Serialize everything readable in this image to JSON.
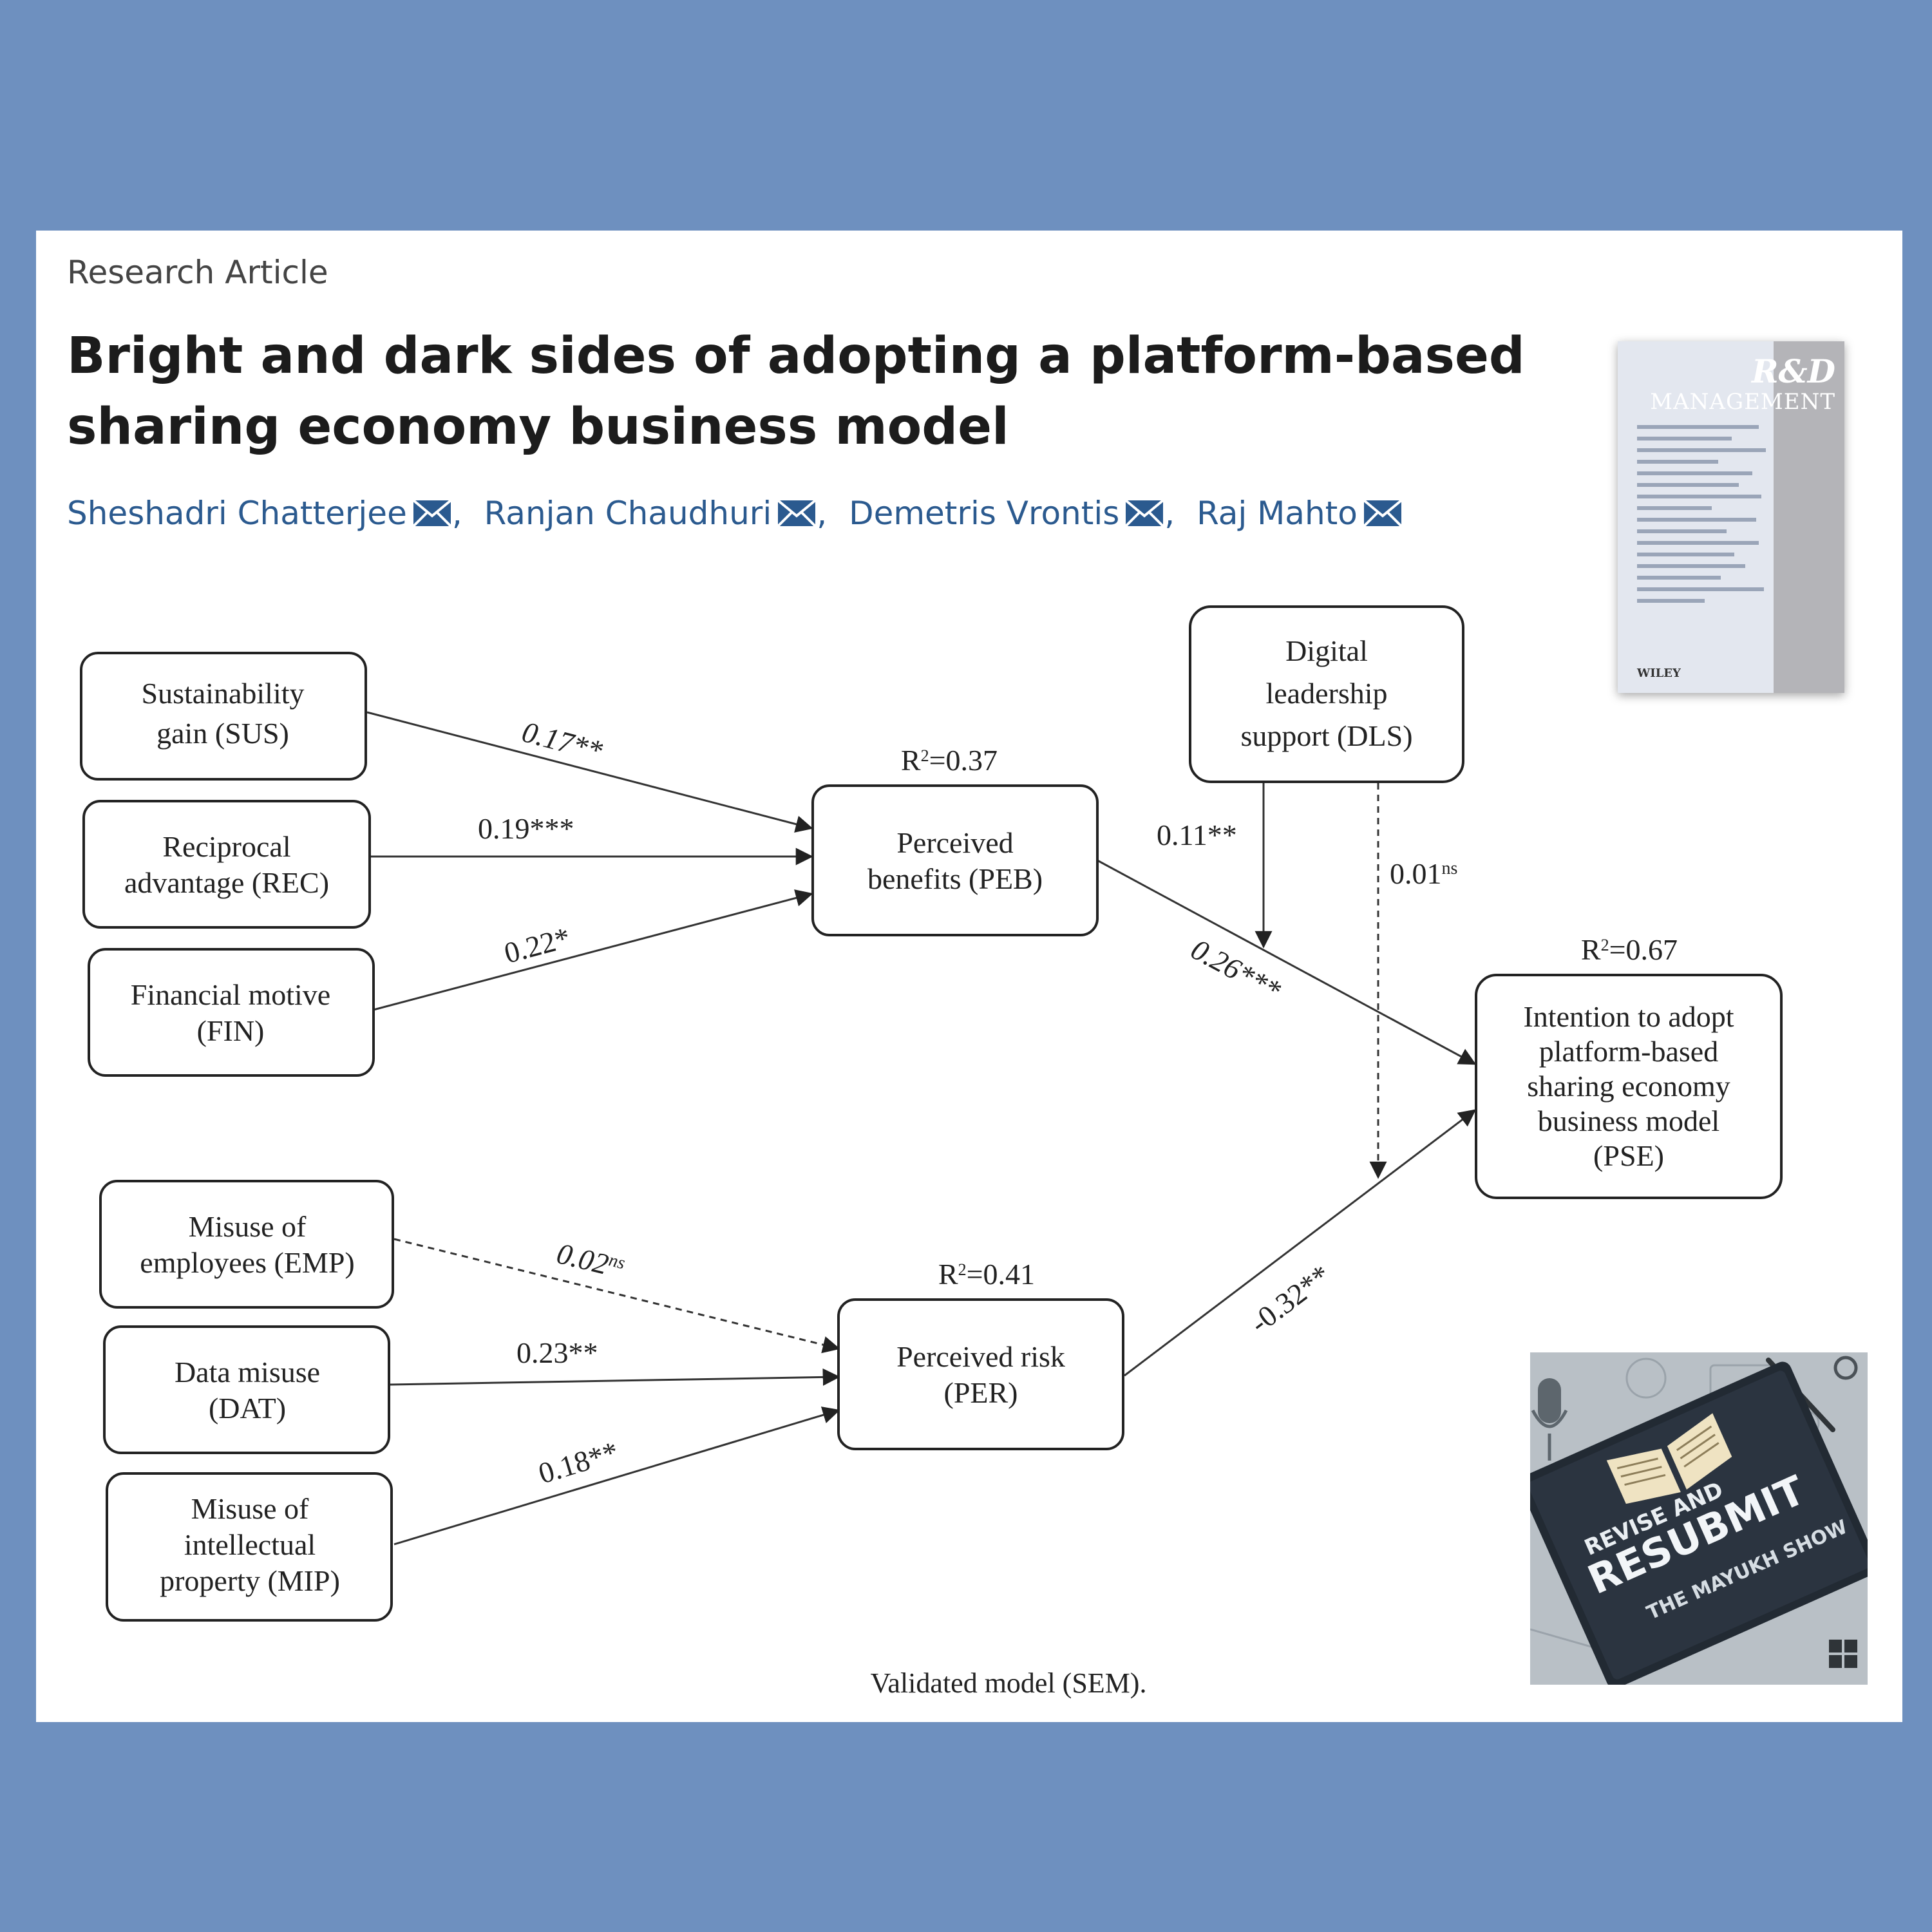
{
  "article": {
    "type_label": "Research Article",
    "title": "Bright and dark sides of adopting a platform-based sharing economy business model",
    "authors": [
      {
        "name": "Sheshadri Chatterjee"
      },
      {
        "name": "Ranjan Chaudhuri"
      },
      {
        "name": "Demetris Vrontis"
      },
      {
        "name": "Raj Mahto"
      }
    ]
  },
  "journal_cover": {
    "brand_line1": "R&D",
    "brand_line2": "MANAGEMENT",
    "publisher": "WILEY"
  },
  "diagram": {
    "caption": "Validated model (SEM).",
    "nodes": {
      "sus": [
        "Sustainability",
        "gain (SUS)"
      ],
      "rec": [
        "Reciprocal",
        "advantage (REC)"
      ],
      "fin": [
        "Financial motive",
        "(FIN)"
      ],
      "emp": [
        "Misuse of",
        "employees (EMP)"
      ],
      "dat": [
        "Data misuse",
        "(DAT)"
      ],
      "mip": [
        "Misuse of",
        "intellectual",
        "property (MIP)"
      ],
      "peb": [
        "Perceived",
        "benefits (PEB)"
      ],
      "per": [
        "Perceived risk",
        "(PER)"
      ],
      "dls": [
        "Digital",
        "leadership",
        "support (DLS)"
      ],
      "pse": [
        "Intention to adopt",
        "platform-based",
        "sharing economy",
        "business model",
        "(PSE)"
      ]
    },
    "r_squared": {
      "peb": "=0.37",
      "per": "=0.41",
      "pse": "=0.67"
    },
    "paths": {
      "sus_peb": {
        "value": "0.17",
        "sig": "**"
      },
      "rec_peb": {
        "value": "0.19",
        "sig": "***"
      },
      "fin_peb": {
        "value": "0.22",
        "sig": "*"
      },
      "emp_per": {
        "value": "0.02",
        "sig": "ns"
      },
      "dat_per": {
        "value": "0.23",
        "sig": "**"
      },
      "mip_per": {
        "value": "0.18",
        "sig": "**"
      },
      "peb_pse": {
        "value": "0.26",
        "sig": "***"
      },
      "per_pse": {
        "value": "-0.32",
        "sig": "**"
      },
      "dls_peb_pse": {
        "value": "0.11",
        "sig": "**"
      },
      "dls_per_pse": {
        "value": "0.01",
        "sig": "ns"
      }
    }
  },
  "podcast_art": {
    "line1": "REVISE AND",
    "line2": "RESUBMIT",
    "line3": "THE MAYUKH SHOW"
  },
  "colors": {
    "background": "#6e90bf",
    "author_link": "#2b5a8f",
    "title": "#1c1c1c"
  }
}
